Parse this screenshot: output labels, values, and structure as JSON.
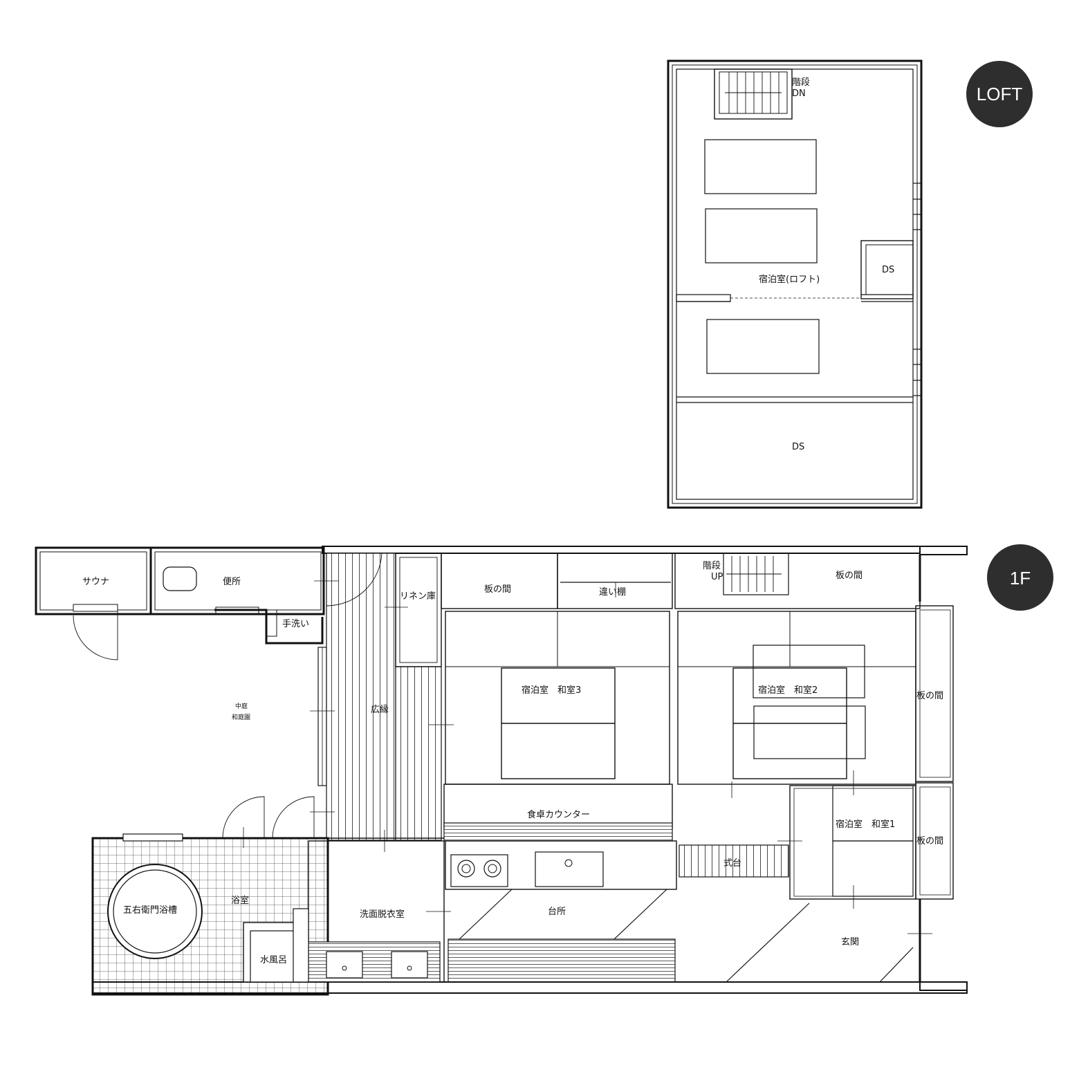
{
  "badges": {
    "loft": "LOFT",
    "first_floor": "1F",
    "color": "#2e2e2e"
  },
  "loft": {
    "stairs_label": "階段",
    "stairs_dir": "DN",
    "room": "宿泊室(ロフト)",
    "ds_small": "DS",
    "ds_large": "DS"
  },
  "first_floor": {
    "sauna": "サウナ",
    "toilet": "便所",
    "handwash": "手洗い",
    "courtyard_1": "中庭",
    "courtyard_2": "和庭園",
    "engawa": "広縁",
    "linen": "リネン庫",
    "itanoma_1": "板の間",
    "chigaidana": "違い棚",
    "stairs_label": "階段",
    "stairs_dir": "UP",
    "itanoma_2": "板の間",
    "room3": "宿泊室　和室3",
    "room2": "宿泊室　和室2",
    "itanoma_3": "板の間",
    "counter": "食卓カウンター",
    "room1": "宿泊室　和室1",
    "itanoma_4": "板の間",
    "shikidai": "式台",
    "goemon_bath": "五右衛門浴槽",
    "bathroom": "浴室",
    "cold_bath": "水風呂",
    "washroom": "洗面脱衣室",
    "kitchen": "台所",
    "entrance": "玄関"
  }
}
